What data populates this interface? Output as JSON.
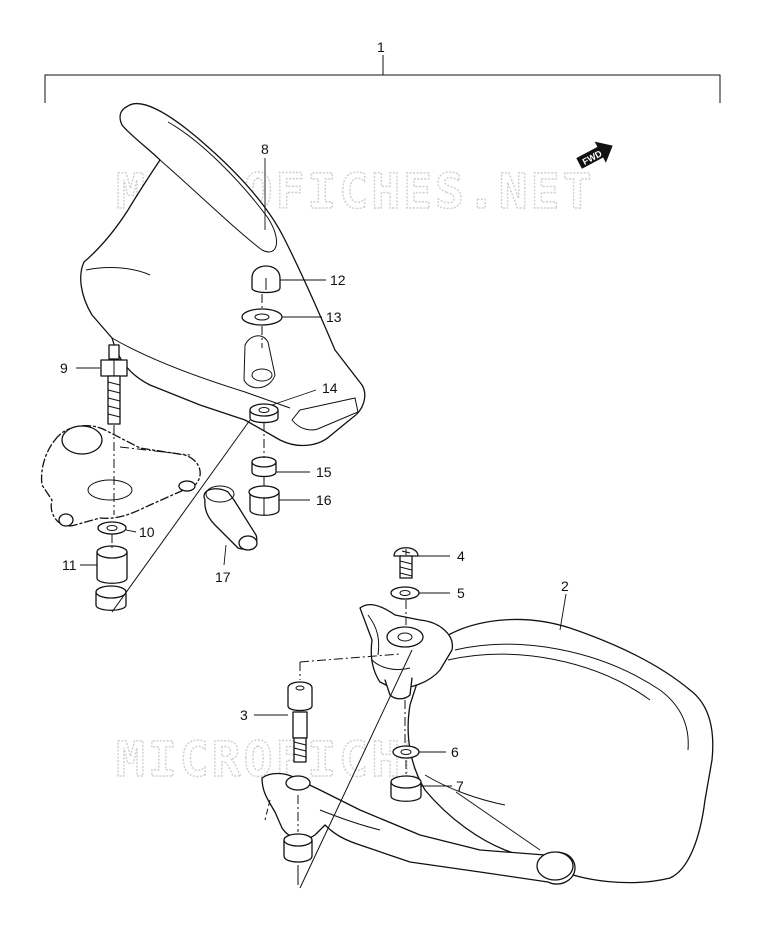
{
  "watermark": "MICROFICHES.NET",
  "fwd_label": "FWD",
  "callouts": {
    "c1": "1",
    "c2": "2",
    "c3": "3",
    "c4": "4",
    "c5": "5",
    "c6": "6",
    "c7": "7",
    "c8": "8",
    "c9": "9",
    "c10": "10",
    "c11": "11",
    "c12": "12",
    "c13": "13",
    "c14": "14",
    "c15": "15",
    "c16": "16",
    "c17": "17"
  }
}
